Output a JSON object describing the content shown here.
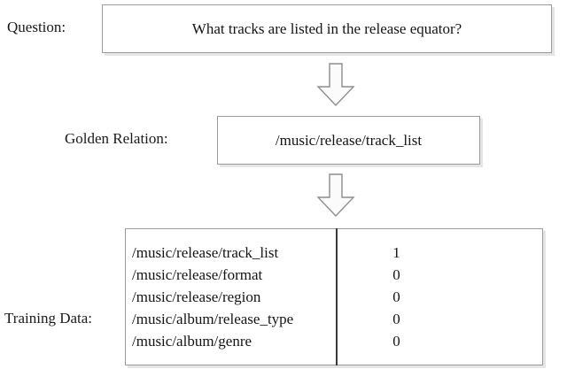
{
  "diagram": {
    "title_flow": "QA relation selection training example",
    "question": {
      "label": "Question:",
      "text": "What tracks are listed in the release equator?"
    },
    "golden_relation": {
      "label": "Golden Relation:",
      "text": "/music/release/track_list"
    },
    "training_data": {
      "label": "Training Data:",
      "rows": [
        {
          "relation": "/music/release/track_list",
          "value": "1"
        },
        {
          "relation": "/music/release/format",
          "value": "0"
        },
        {
          "relation": "/music/release/region",
          "value": "0"
        },
        {
          "relation": "/music/album/release_type",
          "value": "0"
        },
        {
          "relation": "/music/album/genre",
          "value": "0"
        }
      ]
    },
    "arrows": [
      {
        "name": "arrow-question-to-relation",
        "direction": "down"
      },
      {
        "name": "arrow-relation-to-training",
        "direction": "down"
      }
    ],
    "colors": {
      "background": "#ffffff",
      "text": "#141414",
      "box_border": "#9a9a9a",
      "divider": "#3a3a3a",
      "arrow_fill": "#f4f4f4",
      "arrow_outline": "#8d8d8d"
    }
  }
}
